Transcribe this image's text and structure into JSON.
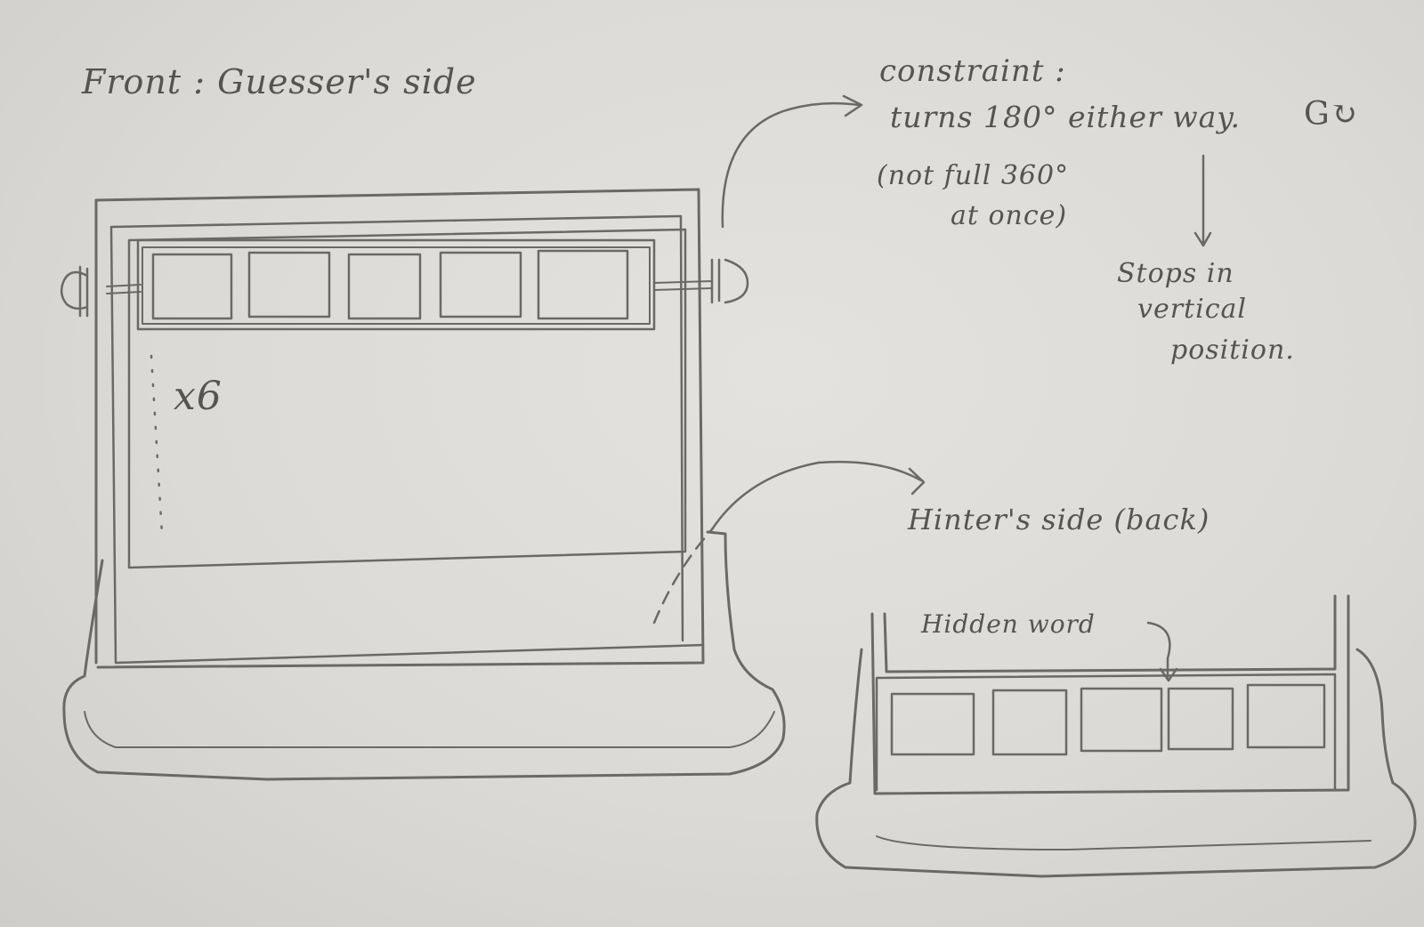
{
  "front": {
    "title": "Front : Guesser's side",
    "rows_note": "x6",
    "boxes": 5,
    "rows": 6
  },
  "constraint": {
    "heading": "constraint :",
    "line1": "turns 180° either way.",
    "line2": "(not full 360°",
    "line3": "at once)",
    "rotate_symbol": "G↻",
    "stop_line1": "Stops in",
    "stop_line2": "vertical",
    "stop_line3": "position."
  },
  "back": {
    "title": "Hinter's side (back)",
    "hidden_label": "Hidden word",
    "boxes": 5
  },
  "colors": {
    "paper": "#dcdad6",
    "pencil": "#6a6966"
  }
}
